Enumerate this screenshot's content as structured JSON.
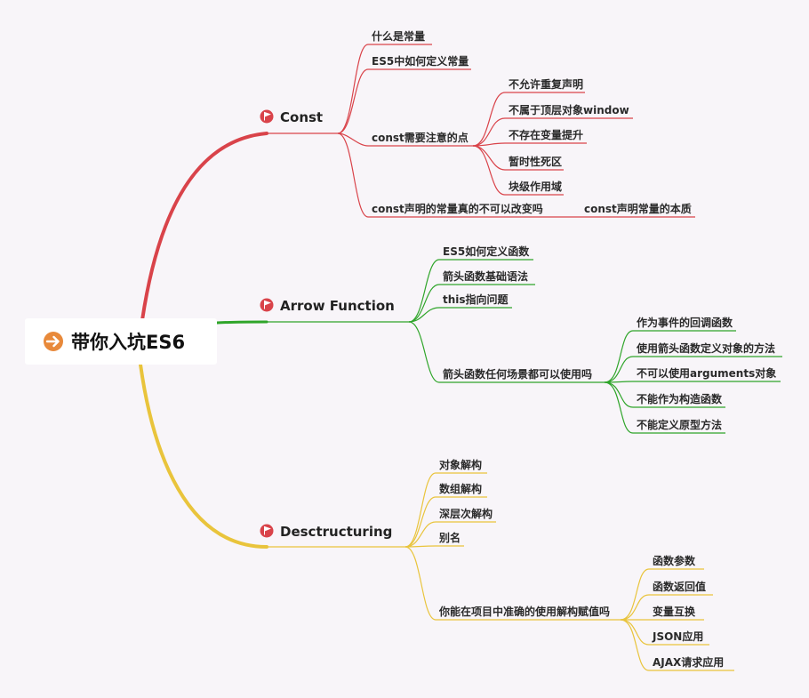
{
  "root": {
    "title": "带你入坑ES6",
    "icon": "arrow-right-circle-icon",
    "icon_color": "#e8893a"
  },
  "colors": {
    "const": "#d9434a",
    "arrow": "#2fa52a",
    "destructuring": "#e9c43c",
    "flag": "#d9434a"
  },
  "branches": {
    "const": {
      "label": "Const",
      "icon": "flag-icon",
      "items": {
        "what_is": "什么是常量",
        "es5_define": "ES5中如何定义常量",
        "notes": {
          "label": "const需要注意的点",
          "children": [
            "不允许重复声明",
            "不属于顶层对象window",
            "不存在变量提升",
            "暂时性死区",
            "块级作用域"
          ]
        },
        "truly_constant": {
          "label": "const声明的常量真的不可以改变吗",
          "children": [
            "const声明常量的本质"
          ]
        }
      }
    },
    "arrow": {
      "label": "Arrow Function",
      "icon": "flag-icon",
      "items": {
        "es5_func": "ES5如何定义函数",
        "syntax": "箭头函数基础语法",
        "this_problem": "this指向问题",
        "scenarios": {
          "label": "箭头函数任何场景都可以使用吗",
          "children": [
            "作为事件的回调函数",
            "使用箭头函数定义对象的方法",
            "不可以使用arguments对象",
            "不能作为构造函数",
            "不能定义原型方法"
          ]
        }
      }
    },
    "destructuring": {
      "label": "Desctructuring",
      "icon": "flag-icon",
      "items": {
        "object": "对象解构",
        "array": "数组解构",
        "deep": "深层次解构",
        "alias": "别名",
        "usage": {
          "label": "你能在项目中准确的使用解构赋值吗",
          "children": [
            "函数参数",
            "函数返回值",
            "变量互换",
            "JSON应用",
            "AJAX请求应用"
          ]
        }
      }
    }
  }
}
